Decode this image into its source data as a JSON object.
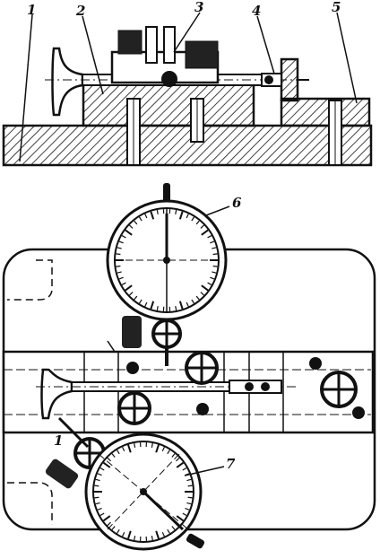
{
  "figure": {
    "labels": {
      "l1": "1",
      "l2": "2",
      "l3": "3",
      "l4": "4",
      "l5": "5",
      "l6": "6",
      "l7": "7",
      "l1b": "1"
    },
    "colors": {
      "ink": "#111111",
      "paper": "#ffffff"
    },
    "dial_ticks": 50
  }
}
